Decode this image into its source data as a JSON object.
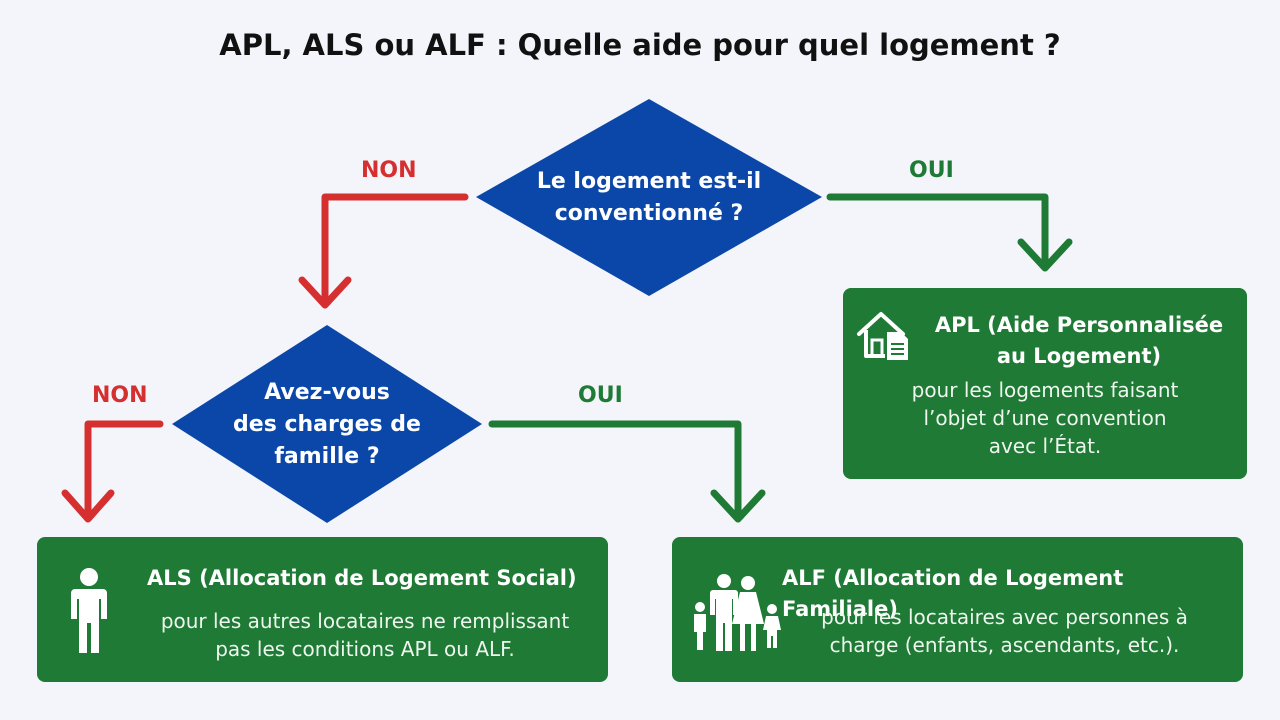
{
  "title": "APL, ALS ou ALF : Quelle aide pour quel logement ?",
  "colors": {
    "background": "#f3f5fa",
    "diamond": "#0b47a8",
    "box": "#1e7a34",
    "non": "#d62f2f",
    "oui": "#1e7a34"
  },
  "question1": {
    "line1": "Le logement est-il",
    "line2": "conventionné ?"
  },
  "question2": {
    "line1": "Avez-vous",
    "line2": "des charges de",
    "line3": "famille ?"
  },
  "labels": {
    "q1_no": "NON",
    "q1_yes": "OUI",
    "q2_no": "NON",
    "q2_yes": "OUI"
  },
  "apl": {
    "icon": "house-document-icon",
    "title1": "APL (Aide Personnalisée",
    "title2": "au Logement)",
    "desc1": "pour les logements faisant",
    "desc2": "l’objet d’une convention",
    "desc3": "avec l’État."
  },
  "als": {
    "icon": "person-icon",
    "title": "ALS (Allocation de Logement Social)",
    "desc1": "pour les autres locataires ne remplissant",
    "desc2": "pas les conditions APL ou ALF."
  },
  "alf": {
    "icon": "family-icon",
    "title": "ALF (Allocation de Logement Familiale)",
    "desc1": "pour les locataires avec personnes à",
    "desc2": "charge (enfants, ascendants, etc.)."
  }
}
